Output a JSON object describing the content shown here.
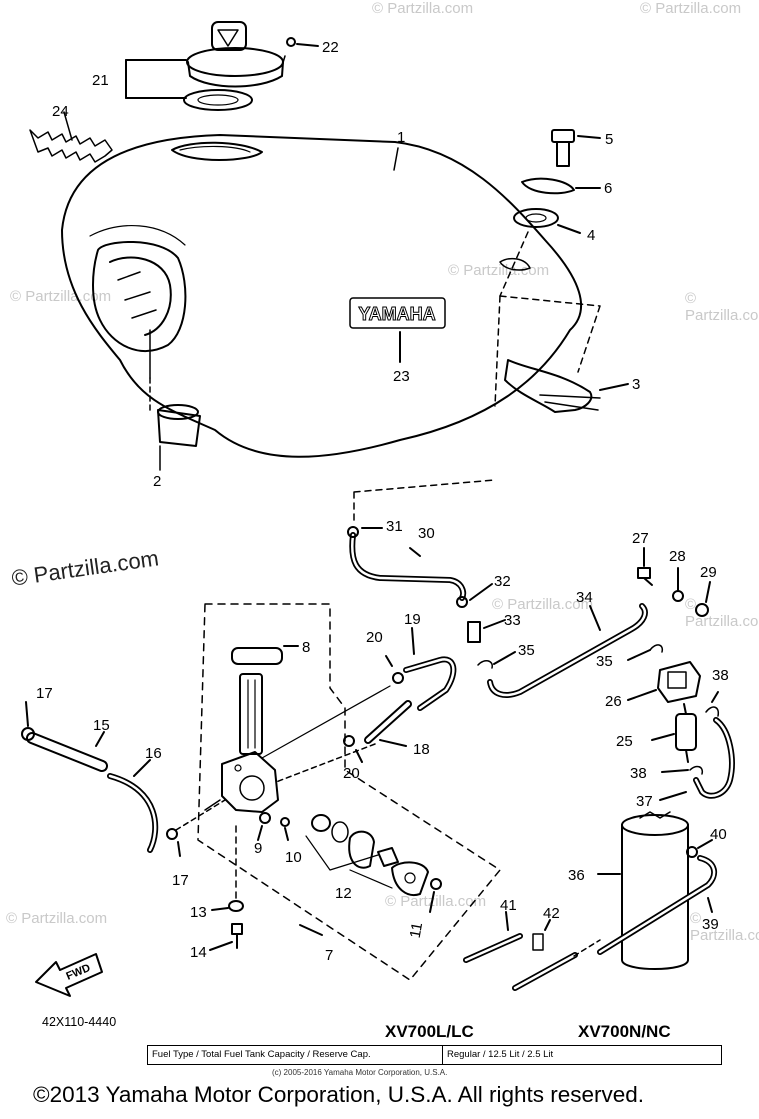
{
  "callouts": [
    "1",
    "2",
    "3",
    "4",
    "5",
    "6",
    "7",
    "8",
    "9",
    "10",
    "11",
    "12",
    "13",
    "14",
    "15",
    "16",
    "17",
    "18",
    "19",
    "20",
    "21",
    "22",
    "23",
    "24",
    "25",
    "26",
    "27",
    "28",
    "29",
    "30",
    "31",
    "32",
    "33",
    "34",
    "35",
    "36",
    "37",
    "38",
    "39",
    "40",
    "41",
    "42"
  ],
  "labels": {
    "tank_logo": "YAMAHA",
    "fwd_arrow": "FWD",
    "diagram_code": "42X110-4440",
    "model_left": "XV700L/LC",
    "model_right": "XV700N/NC"
  },
  "spec_table": {
    "header": "Fuel Type / Total Fuel Tank Capacity / Reserve Cap.",
    "value": "Regular / 12.5 Lit / 2.5 Lit"
  },
  "watermarks": {
    "main": "© Partzilla.com",
    "repeat": "© Partzilla.com"
  },
  "sub_copyright": "(c) 2005-2016 Yamaha Motor Corporation, U.S.A.",
  "footer_copyright": "©2013 Yamaha Motor Corporation, U.S.A. All rights reserved.",
  "colors": {
    "line": "#000000",
    "watermark": "#c9c9c9",
    "background": "#ffffff"
  }
}
